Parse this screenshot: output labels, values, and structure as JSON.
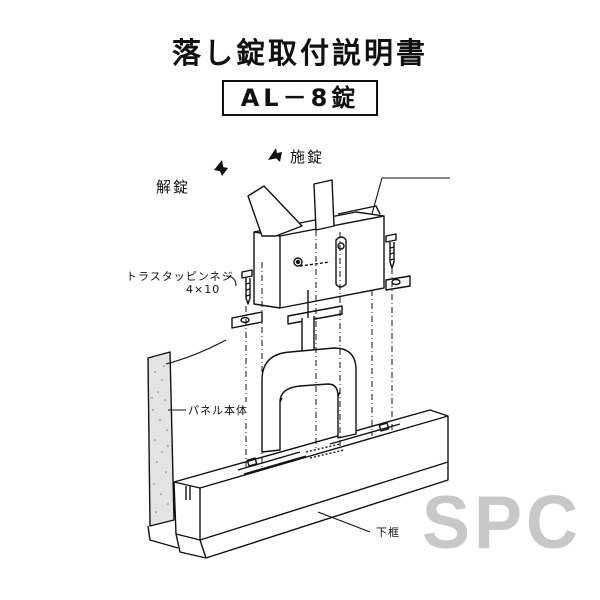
{
  "document": {
    "title": "落し錠取付説明書",
    "model": "AL－8錠"
  },
  "labels": {
    "lock": "施錠",
    "unlock": "解錠",
    "screw_name": "トラスタッピンネジ",
    "screw_size": "4×10",
    "panel": "パネル本体",
    "frame": "下框"
  },
  "watermark": {
    "text": "SPC",
    "color": "#c8c8c8"
  }
}
